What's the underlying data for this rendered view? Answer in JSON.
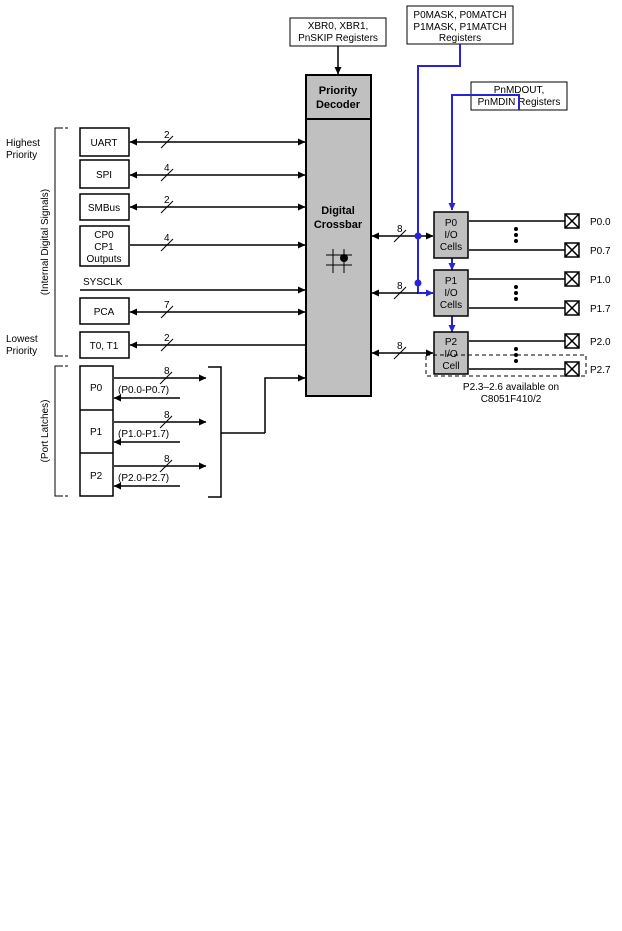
{
  "colors": {
    "background": "#ffffff",
    "line": "#000000",
    "crossbar_fill": "#c0c0c0",
    "cell_fill": "#c0c0c0",
    "mask_line": "#2a22d6"
  },
  "top_boxes": {
    "xbr": [
      "XBR0, XBR1,",
      "PnSKIP Registers"
    ],
    "mask": [
      "P0MASK, P0MATCH",
      "P1MASK, P1MATCH",
      "Registers"
    ],
    "mdout": [
      "PnMDOUT,",
      "PnMDIN Registers"
    ]
  },
  "decoder": [
    "Priority",
    "Decoder"
  ],
  "crossbar": [
    "Digital",
    "Crossbar"
  ],
  "priority": {
    "highest": [
      "Highest",
      "Priority"
    ],
    "lowest": [
      "Lowest",
      "Priority"
    ]
  },
  "side_labels": {
    "internal": "(Internal Digital Signals)",
    "port": "(Port Latches)"
  },
  "peripherals": [
    {
      "lines": [
        "UART"
      ],
      "width": "2"
    },
    {
      "lines": [
        "SPI"
      ],
      "width": "4"
    },
    {
      "lines": [
        "SMBus"
      ],
      "width": "2"
    },
    {
      "lines": [
        "CP0",
        "CP1",
        "Outputs"
      ],
      "width": "4"
    },
    {
      "lines": [
        "PCA"
      ],
      "width": "7"
    },
    {
      "lines": [
        "T0, T1"
      ],
      "width": "2"
    }
  ],
  "sysclk": "SYSCLK",
  "latches": [
    {
      "label": "P0",
      "range": "(P0.0-P0.7)",
      "width": "8"
    },
    {
      "label": "P1",
      "range": "(P1.0-P1.7)",
      "width": "8"
    },
    {
      "label": "P2",
      "range": "(P2.0-P2.7)",
      "width": "8"
    }
  ],
  "io_cells": [
    {
      "lines": [
        "P0",
        "I/O",
        "Cells"
      ],
      "width": "8",
      "pins": [
        "P0.0",
        "P0.7"
      ]
    },
    {
      "lines": [
        "P1",
        "I/O",
        "Cells"
      ],
      "width": "8",
      "pins": [
        "P1.0",
        "P1.7"
      ]
    },
    {
      "lines": [
        "P2",
        "I/O",
        "Cell"
      ],
      "width": "8",
      "pins": [
        "P2.0",
        "P2.7"
      ]
    }
  ],
  "note": [
    "P2.3–2.6 available on",
    "C8051F410/2"
  ]
}
